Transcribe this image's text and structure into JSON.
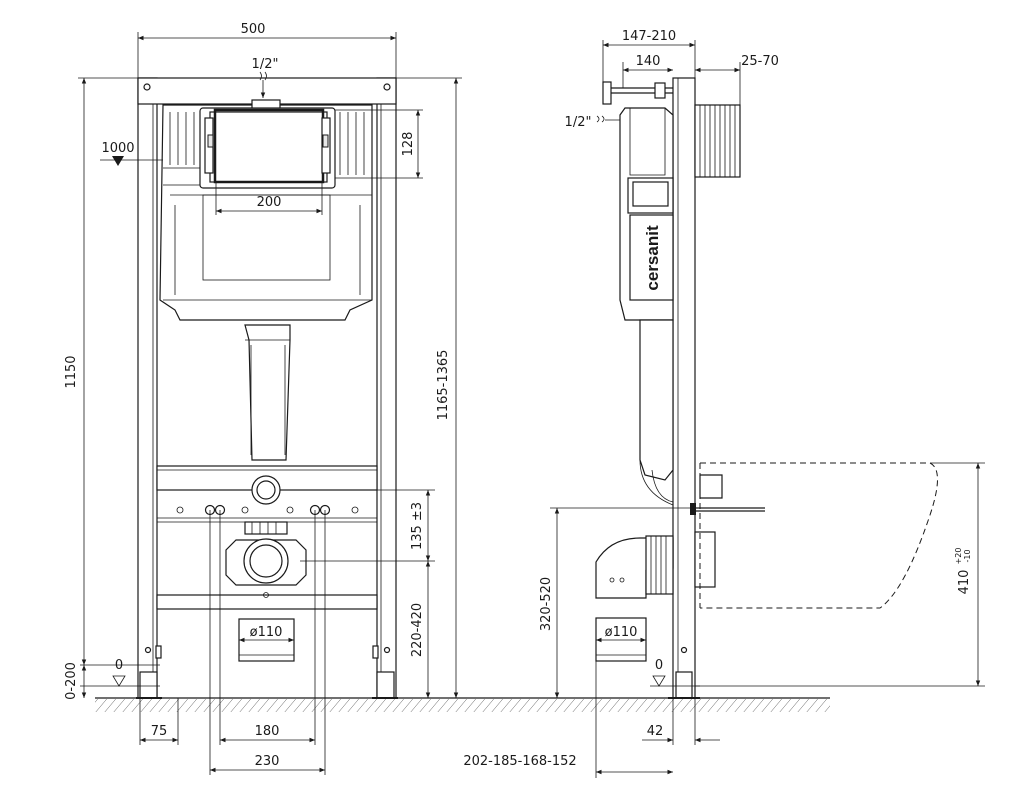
{
  "brand": "cersanit",
  "front_view": {
    "frame_width": "500",
    "water_inlet": "1/2\"",
    "plate_height": "128",
    "plate_width": "200",
    "level_mark": "1000",
    "frame_height": "1150",
    "total_height": "1165-1365",
    "flange_spacing": "135 ±3",
    "outlet_height": "220-420",
    "outlet_diameter": "ø110",
    "zero_mark": "0",
    "leg_adjust": "0-200",
    "leg_width": "75",
    "bolt_spacing_inner": "180",
    "bolt_spacing_outer": "230"
  },
  "side_view": {
    "depth_total": "147-210",
    "depth_140": "140",
    "wall_offset": "25-70",
    "water_inlet": "1/2\"",
    "outlet_height": "320-520",
    "outlet_diameter": "ø110",
    "zero_mark": "0",
    "bowl_height": "410",
    "bowl_tol_plus": "+20",
    "bowl_tol_minus": "-10",
    "frame_depth": "42",
    "projection": "202-185-168-152"
  }
}
